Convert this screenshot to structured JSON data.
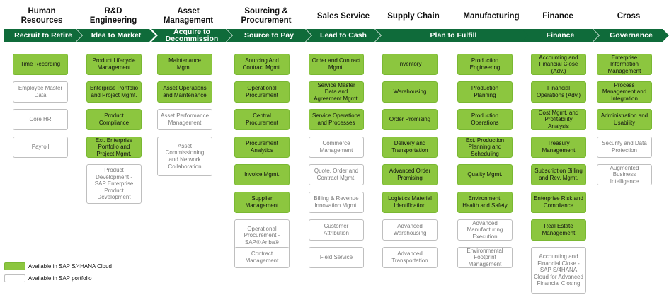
{
  "colors": {
    "chevron": "#0f6b3a",
    "available_cloud": "#8cc63f",
    "available_portfolio_border": "#bfbfbf"
  },
  "columns": [
    {
      "header": "Human\nResources",
      "process": "Recruit to Retire",
      "boxes": [
        {
          "label": "Time Recording",
          "kind": "cloud"
        },
        {
          "label": "Employee Master Data",
          "kind": "portfolio"
        },
        {
          "label": "Core HR",
          "kind": "portfolio"
        },
        {
          "label": "Payroll",
          "kind": "portfolio"
        }
      ]
    },
    {
      "header": "R&D\nEngineering",
      "process": "Idea to Market",
      "boxes": [
        {
          "label": "Product Lifecycle Management",
          "kind": "cloud"
        },
        {
          "label": "Enterprise Portfolio and Project Mgmt.",
          "kind": "cloud"
        },
        {
          "label": "Product Compliance",
          "kind": "cloud"
        },
        {
          "label": "Ext. Enterprise Portfolio and Project Mgmt.",
          "kind": "cloud"
        },
        {
          "label": "Product Development - SAP Enterprise Product Development",
          "kind": "portfolio",
          "tall": true
        }
      ]
    },
    {
      "header": "Asset\nManagement",
      "process": "Acquire to\nDecommission",
      "boxes": [
        {
          "label": "Maintenance Mgmt.",
          "kind": "cloud"
        },
        {
          "label": "Asset Operations and Maintenance",
          "kind": "cloud"
        },
        {
          "label": "Asset Performance Management",
          "kind": "portfolio"
        },
        {
          "label": "Asset Commissioning and Network Collaboration",
          "kind": "portfolio",
          "tall": true
        }
      ]
    },
    {
      "header": "Sourcing &\nProcurement",
      "process": "Source to Pay",
      "boxes": [
        {
          "label": "Sourcing And Contract Mgmt.",
          "kind": "cloud"
        },
        {
          "label": "Operational Procurement",
          "kind": "cloud"
        },
        {
          "label": "Central Procurement",
          "kind": "cloud"
        },
        {
          "label": "Procurement Analytics",
          "kind": "cloud"
        },
        {
          "label": "Invoice Mgmt.",
          "kind": "cloud"
        },
        {
          "label": "Supplier Management",
          "kind": "cloud"
        },
        {
          "label": "Operational Procurement - SAP® Ariba® Guided Buying",
          "kind": "portfolio",
          "tall": true
        },
        {
          "label": "Contract Management",
          "kind": "portfolio"
        }
      ]
    },
    {
      "header": "Sales        Service",
      "process": "Lead to Cash",
      "boxes": [
        {
          "label": "Order and Contract Mgmt.",
          "kind": "cloud"
        },
        {
          "label": "Service Master Data and Agreement Mgmt.",
          "kind": "cloud"
        },
        {
          "label": "Service Operations and Processes",
          "kind": "cloud"
        },
        {
          "label": "Commerce Management",
          "kind": "portfolio"
        },
        {
          "label": "Quote, Order and Contract Mgmt.",
          "kind": "portfolio"
        },
        {
          "label": "Billing & Revenue Innovation Mgmt.",
          "kind": "portfolio"
        },
        {
          "label": "Customer Attribution",
          "kind": "portfolio"
        },
        {
          "label": "Field Service",
          "kind": "portfolio"
        }
      ]
    },
    {
      "header": "Supply Chain",
      "process": "Plan to Fulfill",
      "boxes": [
        {
          "label": "Inventory",
          "kind": "cloud"
        },
        {
          "label": "Warehousing",
          "kind": "cloud"
        },
        {
          "label": "Order Promising",
          "kind": "cloud"
        },
        {
          "label": "Delivery and Transportation",
          "kind": "cloud"
        },
        {
          "label": "Advanced Order Promising",
          "kind": "cloud"
        },
        {
          "label": "Logistics Material Identification",
          "kind": "cloud"
        },
        {
          "label": "Advanced Warehousing",
          "kind": "portfolio"
        },
        {
          "label": "Advanced Transportation",
          "kind": "portfolio"
        }
      ]
    },
    {
      "header": "Manufacturing",
      "process": "",
      "boxes": [
        {
          "label": "Production Engineering",
          "kind": "cloud"
        },
        {
          "label": "Production Planning",
          "kind": "cloud"
        },
        {
          "label": "Production Operations",
          "kind": "cloud"
        },
        {
          "label": "Ext. Production Planning and Scheduling",
          "kind": "cloud"
        },
        {
          "label": "Quality Mgmt.",
          "kind": "cloud"
        },
        {
          "label": "Environment, Health and Safety",
          "kind": "cloud"
        },
        {
          "label": "Advanced Manufacturing Execution",
          "kind": "portfolio"
        },
        {
          "label": "Environmental Footprint Management",
          "kind": "portfolio"
        }
      ]
    },
    {
      "header": "Finance",
      "process": "Finance",
      "boxes": [
        {
          "label": "Accounting and Financial Close (Adv.)",
          "kind": "cloud"
        },
        {
          "label": "Financial Operations (Adv.)",
          "kind": "cloud"
        },
        {
          "label": "Cost Mgmt. and Profitability Analysis",
          "kind": "cloud"
        },
        {
          "label": "Treasury Management",
          "kind": "cloud"
        },
        {
          "label": "Subscription Billing and Rev. Mgmt.",
          "kind": "cloud"
        },
        {
          "label": "Enterprise Risk and Compliance",
          "kind": "cloud"
        },
        {
          "label": "Real Estate Management",
          "kind": "cloud"
        },
        {
          "label": "Accounting and Financial Close - SAP S/4HANA Cloud for Advanced Financial Closing",
          "kind": "portfolio",
          "xtall": true
        }
      ]
    },
    {
      "header": "Cross",
      "process": "Governance",
      "boxes": [
        {
          "label": "Enterprise Information Management",
          "kind": "cloud"
        },
        {
          "label": "Process Management and Integration",
          "kind": "cloud"
        },
        {
          "label": "Administration and Usability",
          "kind": "cloud"
        },
        {
          "label": "Security and Data Protection",
          "kind": "portfolio"
        },
        {
          "label": "Augmented Business Intelligence",
          "kind": "portfolio"
        }
      ]
    }
  ],
  "legend": {
    "cloud_label": "Available in SAP S/4HANA Cloud",
    "portfolio_label": "Available in SAP portfolio"
  }
}
